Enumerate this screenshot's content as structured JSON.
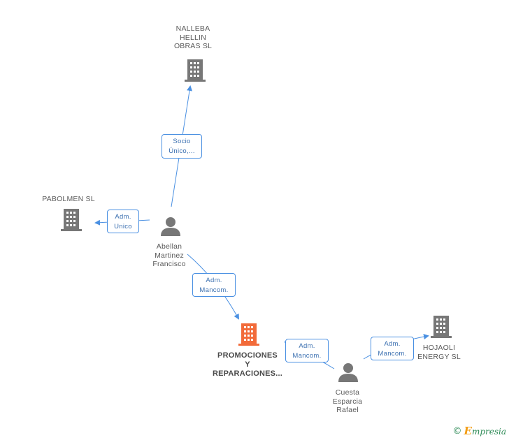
{
  "nodes": {
    "nalleba": {
      "lines": [
        "NALLEBA",
        "HELLIN",
        "OBRAS SL"
      ],
      "type": "company",
      "color": "#777777"
    },
    "pabolmen": {
      "lines": [
        "PABOLMEN SL"
      ],
      "type": "company",
      "color": "#777777"
    },
    "abellan": {
      "lines": [
        "Abellan",
        "Martinez",
        "Francisco"
      ],
      "type": "person",
      "color": "#777777"
    },
    "promociones": {
      "lines": [
        "PROMOCIONES",
        "Y",
        "REPARACIONES..."
      ],
      "type": "company",
      "color": "#f26b3a"
    },
    "cuesta": {
      "lines": [
        "Cuesta",
        "Esparcia",
        "Rafael"
      ],
      "type": "person",
      "color": "#777777"
    },
    "hojaoli": {
      "lines": [
        "HOJAOLI",
        "ENERGY SL"
      ],
      "type": "company",
      "color": "#777777"
    }
  },
  "edges": {
    "abellan_nalleba": {
      "lines": [
        "Socio",
        "Único,..."
      ]
    },
    "abellan_pabolmen": {
      "lines": [
        "Adm.",
        "Unico"
      ]
    },
    "abellan_promociones": {
      "lines": [
        "Adm.",
        "Mancom."
      ]
    },
    "cuesta_promociones": {
      "lines": [
        "Adm.",
        "Mancom."
      ]
    },
    "cuesta_hojaoli": {
      "lines": [
        "Adm.",
        "Mancom."
      ]
    }
  },
  "edge_color": "#4a90e2",
  "credit": {
    "symbol": "©",
    "brand_initial": "E",
    "brand_rest": "mpresia"
  }
}
